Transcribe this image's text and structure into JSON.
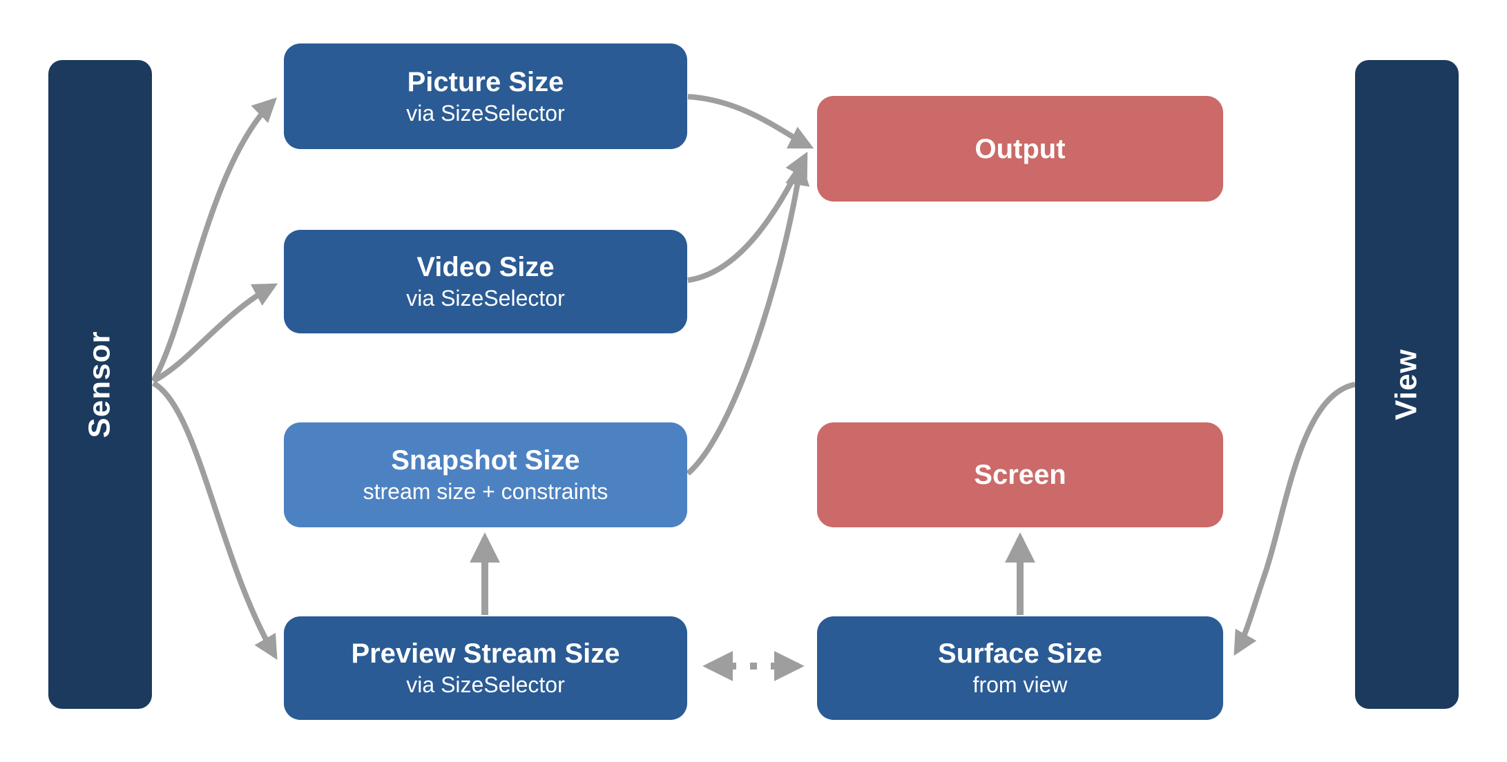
{
  "lanes": {
    "sensor": {
      "label": "Sensor"
    },
    "view": {
      "label": "View"
    }
  },
  "nodes": {
    "picture": {
      "title": "Picture Size",
      "subtitle": "via SizeSelector"
    },
    "video": {
      "title": "Video Size",
      "subtitle": "via SizeSelector"
    },
    "snapshot": {
      "title": "Snapshot Size",
      "subtitle": "stream size + constraints"
    },
    "preview": {
      "title": "Preview Stream Size",
      "subtitle": "via SizeSelector"
    },
    "output": {
      "title": "Output"
    },
    "screen": {
      "title": "Screen"
    },
    "surface": {
      "title": "Surface Size",
      "subtitle": "from view"
    }
  },
  "edges": [
    {
      "from": "sensor",
      "to": "picture",
      "style": "solid-curve",
      "arrow": "end"
    },
    {
      "from": "sensor",
      "to": "video",
      "style": "solid-curve",
      "arrow": "end"
    },
    {
      "from": "sensor",
      "to": "preview",
      "style": "solid-curve",
      "arrow": "end"
    },
    {
      "from": "picture",
      "to": "output",
      "style": "solid-curve",
      "arrow": "end"
    },
    {
      "from": "video",
      "to": "output",
      "style": "solid-curve",
      "arrow": "end"
    },
    {
      "from": "snapshot",
      "to": "output",
      "style": "solid-curve",
      "arrow": "end"
    },
    {
      "from": "preview",
      "to": "snapshot",
      "style": "solid-straight",
      "arrow": "end"
    },
    {
      "from": "surface",
      "to": "screen",
      "style": "solid-straight",
      "arrow": "end"
    },
    {
      "from": "preview",
      "to": "surface",
      "style": "dotted",
      "arrow": "both"
    },
    {
      "from": "view",
      "to": "surface",
      "style": "solid-curve",
      "arrow": "end"
    }
  ],
  "colors": {
    "lane": "#1b3a5e",
    "node_primary": "#2a5b94",
    "node_light": "#4d82c2",
    "node_accent": "#cb6a68",
    "edge": "#9e9e9e",
    "text": "#ffffff",
    "background": "#ffffff"
  }
}
